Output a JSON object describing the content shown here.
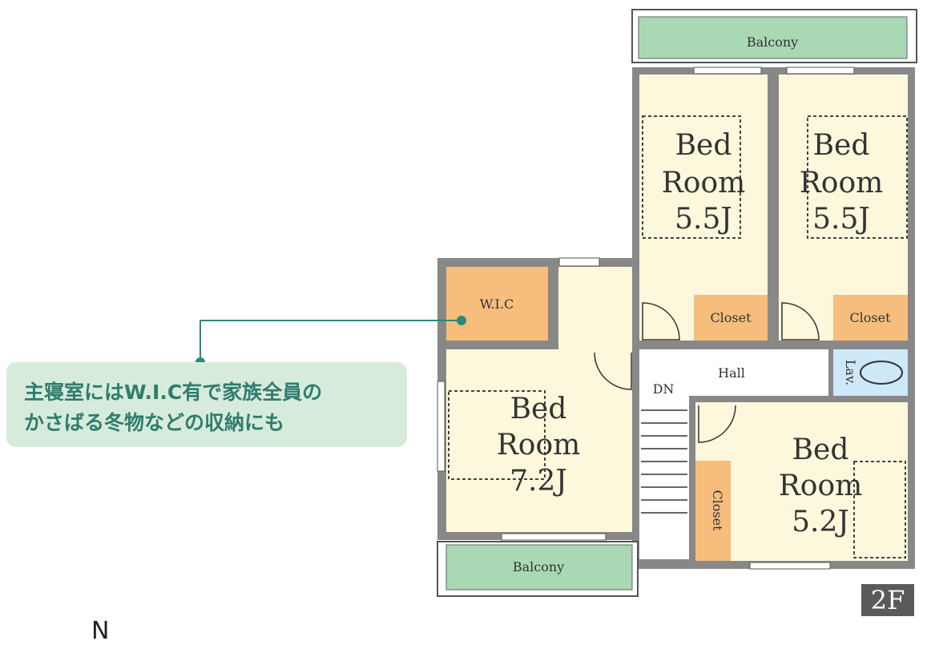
{
  "rooms": {
    "bed_nw": {
      "line1": "Bed",
      "line2": "Room",
      "size": "5.5J"
    },
    "bed_ne": {
      "line1": "Bed",
      "line2": "Room",
      "size": "5.5J"
    },
    "bed_w": {
      "line1": "Bed",
      "line2": "Room",
      "size": "7.2J"
    },
    "bed_se": {
      "line1": "Bed",
      "line2": "Room",
      "size": "5.2J"
    },
    "balcony_top": "Balcony",
    "balcony_bottom": "Balcony",
    "wic": "W.I.C",
    "closet_nw": "Closet",
    "closet_ne": "Closet",
    "closet_s": "Closet",
    "hall": "Hall",
    "stairs": "DN",
    "lavatory": "Lav."
  },
  "callout": {
    "line1": "主寝室にはW.I.C有で家族全員の",
    "line2": "かさばる冬物などの収納にも"
  },
  "floor": "2F",
  "compass": "N",
  "colors": {
    "wall": "#888888",
    "room": "#fdf8dc",
    "balcony": "#a8d8b4",
    "closet": "#f6bd7c",
    "lav": "#cde8f6",
    "callout_bg": "#d7ebdc",
    "callout_text": "#2e7d6d",
    "accent": "#2a8a7a"
  }
}
